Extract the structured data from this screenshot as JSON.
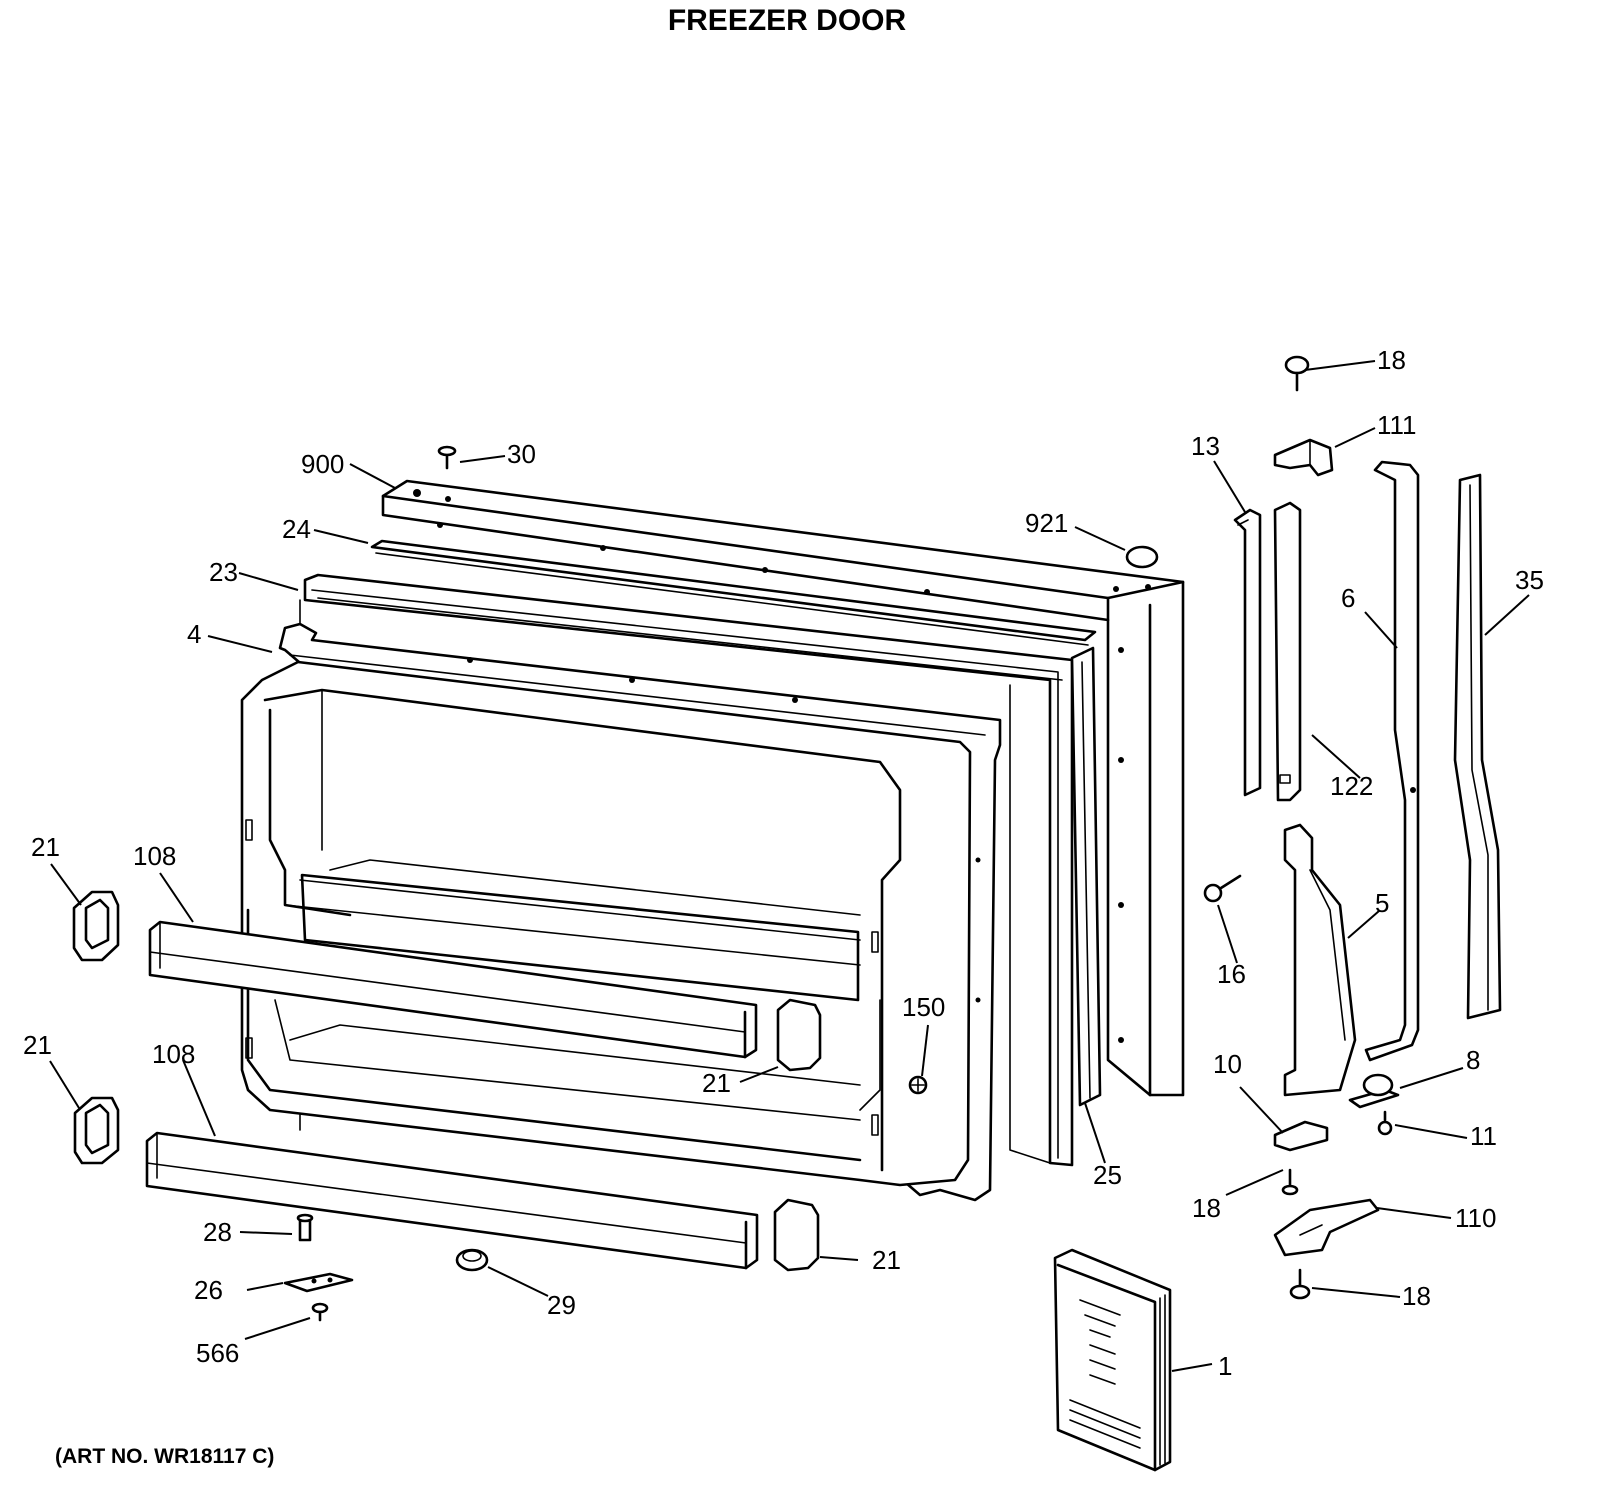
{
  "title": "FREEZER DOOR",
  "art_number": "(ART NO. WR18117 C)",
  "callouts": {
    "p18_top": "18",
    "p111": "111",
    "p13": "13",
    "p30": "30",
    "p900": "900",
    "p921": "921",
    "p24": "24",
    "p23": "23",
    "p4": "4",
    "p6": "6",
    "p35": "35",
    "p122": "122",
    "p21_a": "21",
    "p108_a": "108",
    "p16": "16",
    "p5": "5",
    "p150": "150",
    "p21_b": "21",
    "p108_b": "108",
    "p21_c": "21",
    "p10": "10",
    "p8": "8",
    "p11": "11",
    "p25": "25",
    "p18_mid": "18",
    "p110": "110",
    "p28": "28",
    "p21_d": "21",
    "p26": "26",
    "p29": "29",
    "p18_bot": "18",
    "p566": "566",
    "p1": "1"
  }
}
